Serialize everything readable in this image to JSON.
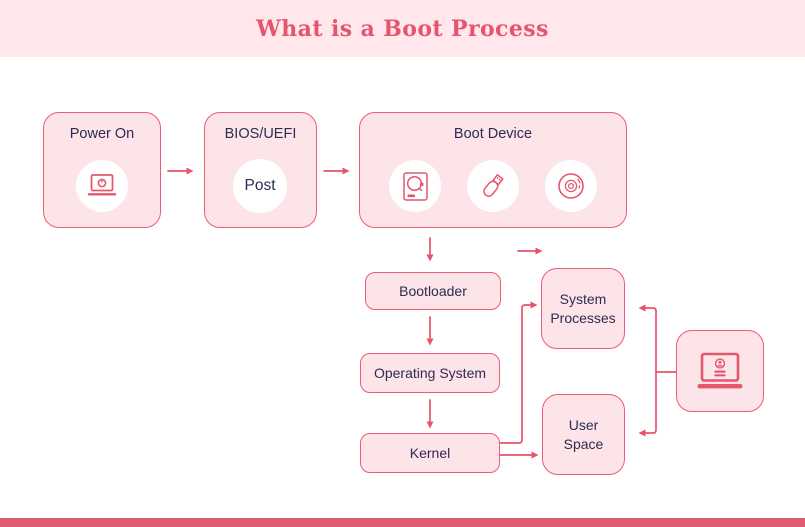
{
  "header": {
    "title": "What is a Boot Process"
  },
  "colors": {
    "accent_line": "#e8536b",
    "box_fill": "#fce4e9",
    "box_border": "#ef5b74",
    "header_bg": "#ffe7ec",
    "footer_bar": "#de5b72",
    "text_dark": "#2f2b50",
    "icon_red": "#e4576e",
    "circle_bg": "#ffffff"
  },
  "nodes": {
    "power_on": {
      "label": "Power On",
      "icon": "power-laptop-icon"
    },
    "bios_uefi": {
      "label": "BIOS/UEFI",
      "sub_label": "Post"
    },
    "boot_device": {
      "label": "Boot Device",
      "icons": [
        "hard-drive-icon",
        "usb-drive-icon",
        "cd-disc-icon"
      ]
    },
    "bootloader": {
      "label": "Bootloader"
    },
    "operating_system": {
      "label": "Operating System"
    },
    "kernel": {
      "label": "Kernel"
    },
    "system_processes": {
      "label": "System Processes"
    },
    "user_space": {
      "label": "User Space"
    },
    "login_screen": {
      "icon": "login-laptop-icon"
    }
  }
}
